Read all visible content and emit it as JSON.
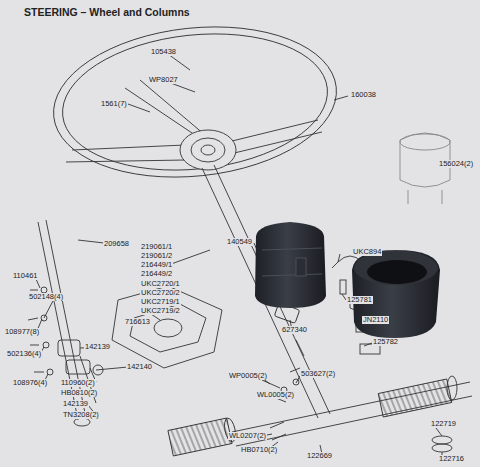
{
  "diagram": {
    "title": "STEERING – Wheel and Columns",
    "labels": [
      "105438",
      "WP8027",
      "1561(7)",
      "160038",
      "156024(2)",
      "140549",
      "209658",
      "219061/1",
      "219061/2",
      "216449/1",
      "216449/2",
      "UKC2720/1",
      "UKC2720/2",
      "UKC2719/1",
      "UKC2719/2",
      "716613",
      "110461",
      "502148(4)",
      "108977(8)",
      "502136(4)",
      "108976(4)",
      "142139",
      "142140",
      "110960(2)",
      "HB0810(2)",
      "142139",
      "TN3208(2)",
      "UKC894",
      "125781",
      "JN2110",
      "125782",
      "627340",
      "WP0005(2)",
      "503627(2)",
      "WL0005(2)",
      "WL0207(2)",
      "HB0710(2)",
      "122669",
      "122719",
      "122716"
    ]
  }
}
